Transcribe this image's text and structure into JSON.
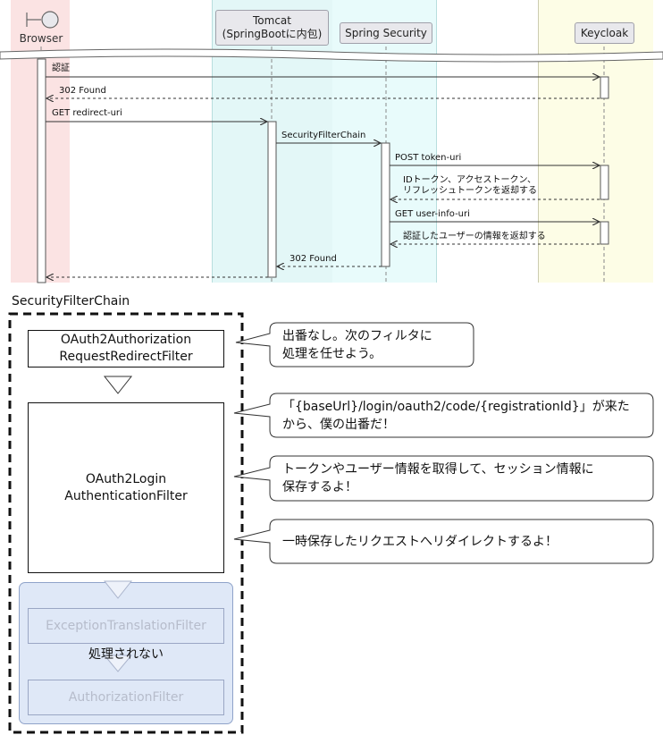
{
  "sequence": {
    "participants": {
      "browser": "Browser",
      "tomcat": "Tomcat\n(SpringBootに内包)",
      "spring_security": "Spring Security",
      "keycloak": "Keycloak"
    },
    "messages": [
      {
        "label": "認証"
      },
      {
        "label": "302 Found"
      },
      {
        "label": "GET redirect-uri"
      },
      {
        "label": "SecurityFilterChain"
      },
      {
        "label": "POST token-uri"
      },
      {
        "label": "IDトークン、アクセストークン、\nリフレッシュトークンを返却する"
      },
      {
        "label": "GET user-info-uri"
      },
      {
        "label": "認証したユーザーの情報を返却する"
      },
      {
        "label": "302 Found"
      }
    ]
  },
  "filter_chain": {
    "title": "SecurityFilterChain",
    "filters": {
      "redirect": "OAuth2Authorization\nRequestRedirectFilter",
      "login": "OAuth2Login\nAuthenticationFilter",
      "exception": "ExceptionTranslationFilter",
      "authorization": "AuthorizationFilter"
    },
    "not_processed_label": "処理されない",
    "callouts": [
      "出番なし。次のフィルタに\n処理を任せよう。",
      "「{baseUrl}/login/oauth2/code/{registrationId}」が来た\nから、僕の出番だ！",
      "トークンやユーザー情報を取得して、セッション情報に\n保存するよ！",
      "一時保存したリクエストへリダイレクトするよ！"
    ]
  },
  "colors": {
    "browser_lane": "#fbe3e3",
    "tomcat_lane": "#e3f7f7",
    "keycloak_lane": "#fdfde6",
    "dim_group": "#dfe8f7"
  }
}
